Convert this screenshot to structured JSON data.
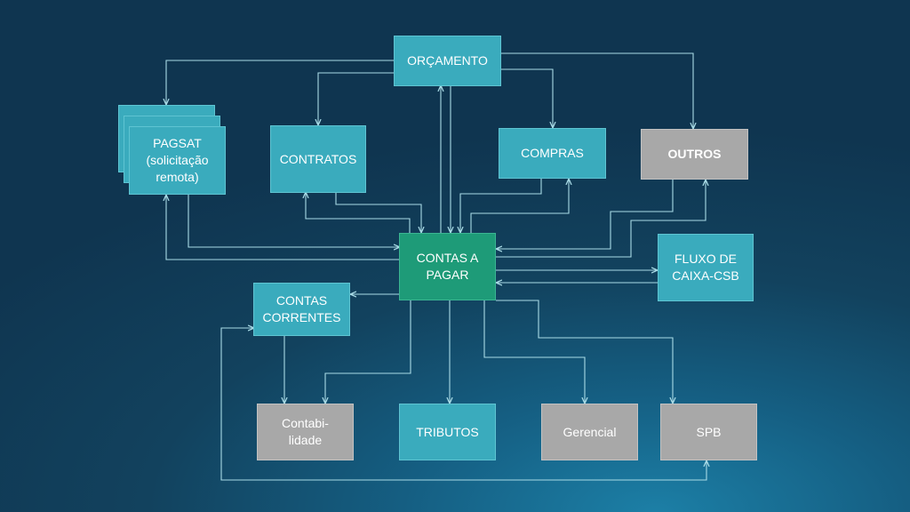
{
  "nodes": {
    "orcamento": "ORÇAMENTO",
    "pagsat": "PAGSAT\n(solicitação\nremota)",
    "contratos": "CONTRATOS",
    "compras": "COMPRAS",
    "outros": "OUTROS",
    "contas_pagar": "CONTAS A\nPAGAR",
    "fluxo_caixa": "FLUXO DE\nCAIXA-CSB",
    "contas_correntes": "CONTAS\nCORRENTES",
    "contabilidade": "Contabi-\nlidade",
    "tributos": "TRIBUTOS",
    "gerencial": "Gerencial",
    "spb": "SPB"
  },
  "colors": {
    "teal": "#3aabbd",
    "gray": "#a8a8a8",
    "green": "#1e9b78",
    "connector": "#a9dbe6"
  }
}
